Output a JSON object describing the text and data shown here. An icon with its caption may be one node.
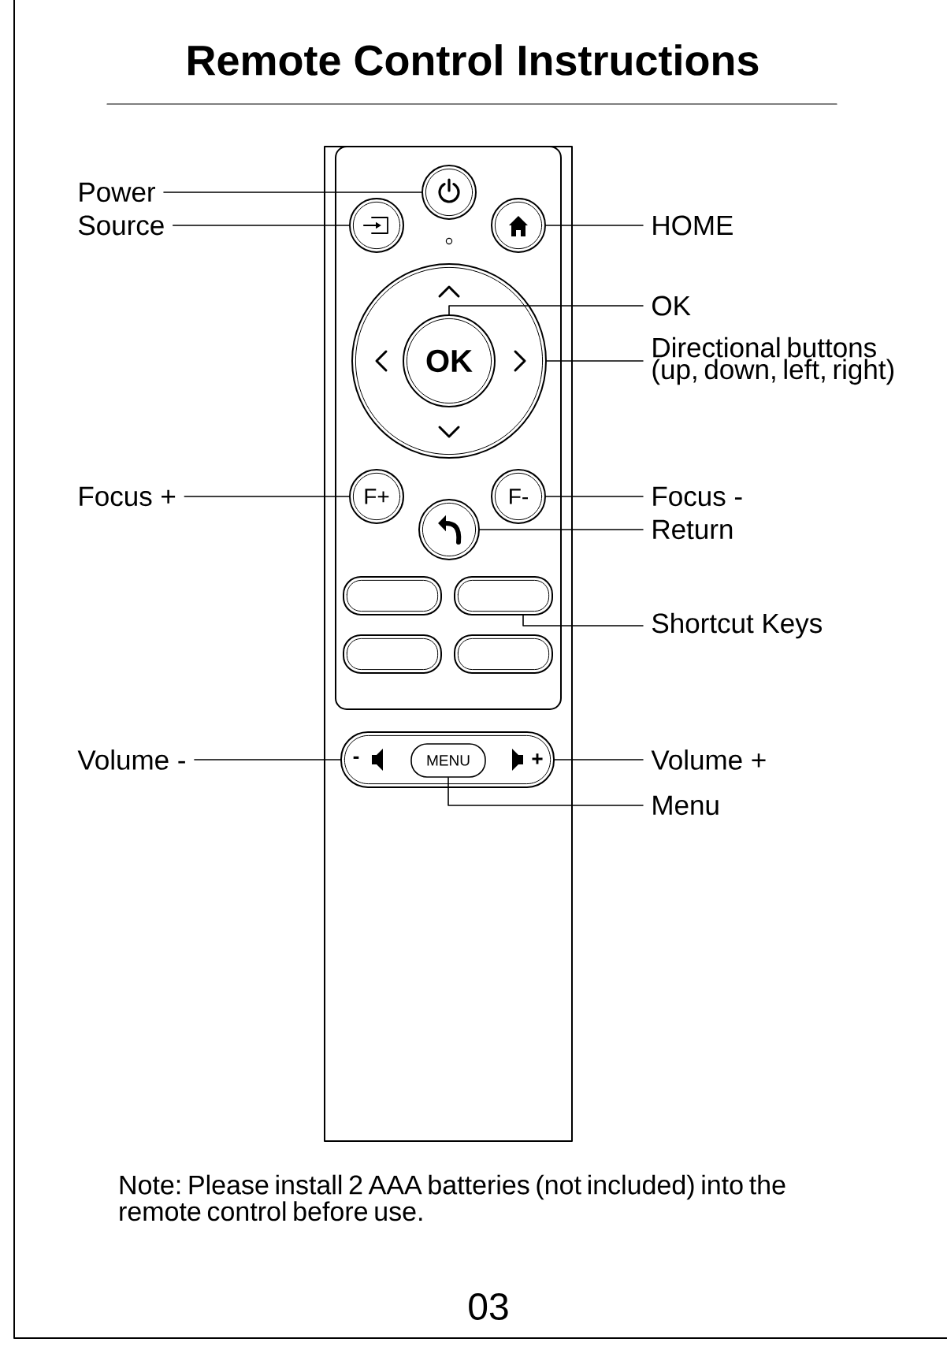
{
  "diagram": {
    "title": "Remote Control Instructions",
    "nodes": [
      {
        "text": [],
        "shape": "box"
      },
      {
        "text": [],
        "shape": "box",
        "in": 0
      },
      {
        "text": [
          "Power"
        ]
      },
      {
        "text": [
          "Source"
        ]
      },
      {
        "text": [],
        "shape": "circle",
        "in": 1
      },
      {
        "text": [],
        "shape": "circle",
        "in": 1
      },
      {
        "text": [],
        "shape": "circle",
        "in": 1
      },
      {
        "text": [
          "HOME"
        ]
      },
      {
        "text": [],
        "shape": "circle",
        "in": 1
      },
      {
        "text": [
          "OK"
        ],
        "in": 8
      },
      {
        "text": [
          "OK"
        ]
      },
      {
        "text": [
          "Directional buttons (up, down, left, right)"
        ]
      },
      {
        "text": [
          "Focus +"
        ]
      },
      {
        "text": [
          "F+"
        ],
        "in": 1
      },
      {
        "text": [
          "F-"
        ],
        "in": 1
      },
      {
        "text": [
          "Focus -"
        ]
      },
      {
        "text": [],
        "shape": "circle",
        "in": 1
      },
      {
        "text": [
          "Return"
        ]
      },
      {
        "text": [],
        "shape": "box",
        "in": 1
      },
      {
        "text": [],
        "shape": "box",
        "in": 1
      },
      {
        "text": [],
        "shape": "box",
        "in": 1
      },
      {
        "text": [],
        "shape": "box",
        "in": 1
      },
      {
        "text": [
          "Shortcut Keys"
        ]
      },
      {
        "text": [
          "Volume -"
        ]
      },
      {
        "text": [
          "-",
          "+"
        ],
        "in": 0
      },
      {
        "text": [
          "MENU"
        ],
        "in": 24
      },
      {
        "text": [
          "Volume +"
        ]
      },
      {
        "text": [
          "Menu"
        ]
      }
    ],
    "edges": [
      {
        "from": 2,
        "to": 4,
        "arrow": "none"
      },
      {
        "from": 3,
        "to": 5,
        "arrow": "none"
      },
      {
        "from": 7,
        "to": 6,
        "arrow": "none"
      },
      {
        "from": 10,
        "to": 9,
        "arrow": "none"
      },
      {
        "from": 11,
        "to": 8,
        "arrow": "none"
      },
      {
        "from": 12,
        "to": 13,
        "arrow": "none"
      },
      {
        "from": 15,
        "to": 14,
        "arrow": "none"
      },
      {
        "from": 17,
        "to": 16,
        "arrow": "none"
      },
      {
        "from": 22,
        "to": 19,
        "arrow": "none"
      },
      {
        "from": 23,
        "to": 24,
        "arrow": "none"
      },
      {
        "from": 26,
        "to": 24,
        "arrow": "none"
      },
      {
        "from": 27,
        "to": 25,
        "arrow": "none"
      }
    ],
    "labels": [
      "Note: Please install 2 AAA batteries (not included) into the remote control before use.",
      "03"
    ]
  }
}
